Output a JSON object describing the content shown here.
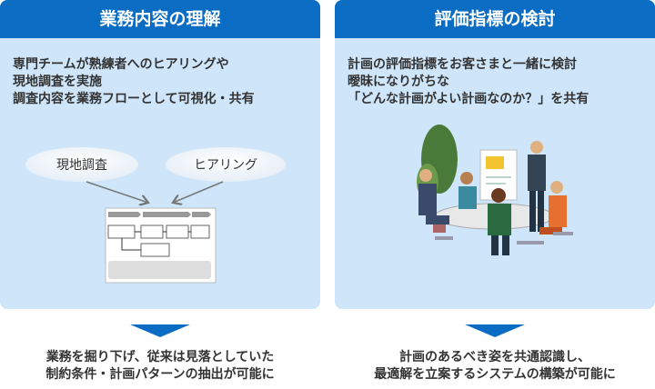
{
  "left": {
    "title": "業務内容の理解",
    "lines": [
      "専門チームが熟練者へのヒアリングや",
      "現地調査を実施",
      "調査内容を業務フローとして可視化・共有"
    ],
    "bubble1": "現地調査",
    "bubble2": "ヒアリング",
    "result": [
      "業務を掘り下げ、従来は見落としていた",
      "制約条件・計画パターンの抽出が可能に"
    ]
  },
  "right": {
    "title": "評価指標の検討",
    "lines": [
      "計画の評価指標をお客さまと一緒に検討",
      "曖昧になりがちな",
      "「どんな計画がよい計画なのか？」を共有"
    ],
    "result": [
      "計画のあるべき姿を共通認識し、",
      "最適解を立案するシステムの構築が可能に"
    ]
  },
  "colors": {
    "header": "#0b6cc4",
    "panel": "#cfe6fa"
  }
}
